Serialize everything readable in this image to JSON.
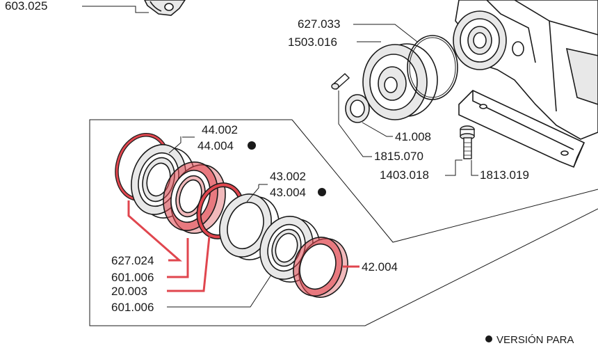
{
  "colors": {
    "highlight": "#e0464e",
    "highlight_fill": "#f1b9bb",
    "line": "#1a1a1a",
    "part_fill": "#e8e8e8"
  },
  "labels": {
    "p603_025": "603.025",
    "p627_033": "627.033",
    "p1503_016": "1503.016",
    "p41_008": "41.008",
    "p1815_070": "1815.070",
    "p1403_018": "1403.018",
    "p1813_019": "1813.019",
    "p44_002": "44.002",
    "p44_004": "44.004",
    "p43_002": "43.002",
    "p43_004": "43.004",
    "p627_024": "627.024",
    "p601_006a": "601.006",
    "p20_003": "20.003",
    "p601_006b": "601.006",
    "p42_004": "42.004"
  },
  "footnote": "VERSIÓN PARA"
}
